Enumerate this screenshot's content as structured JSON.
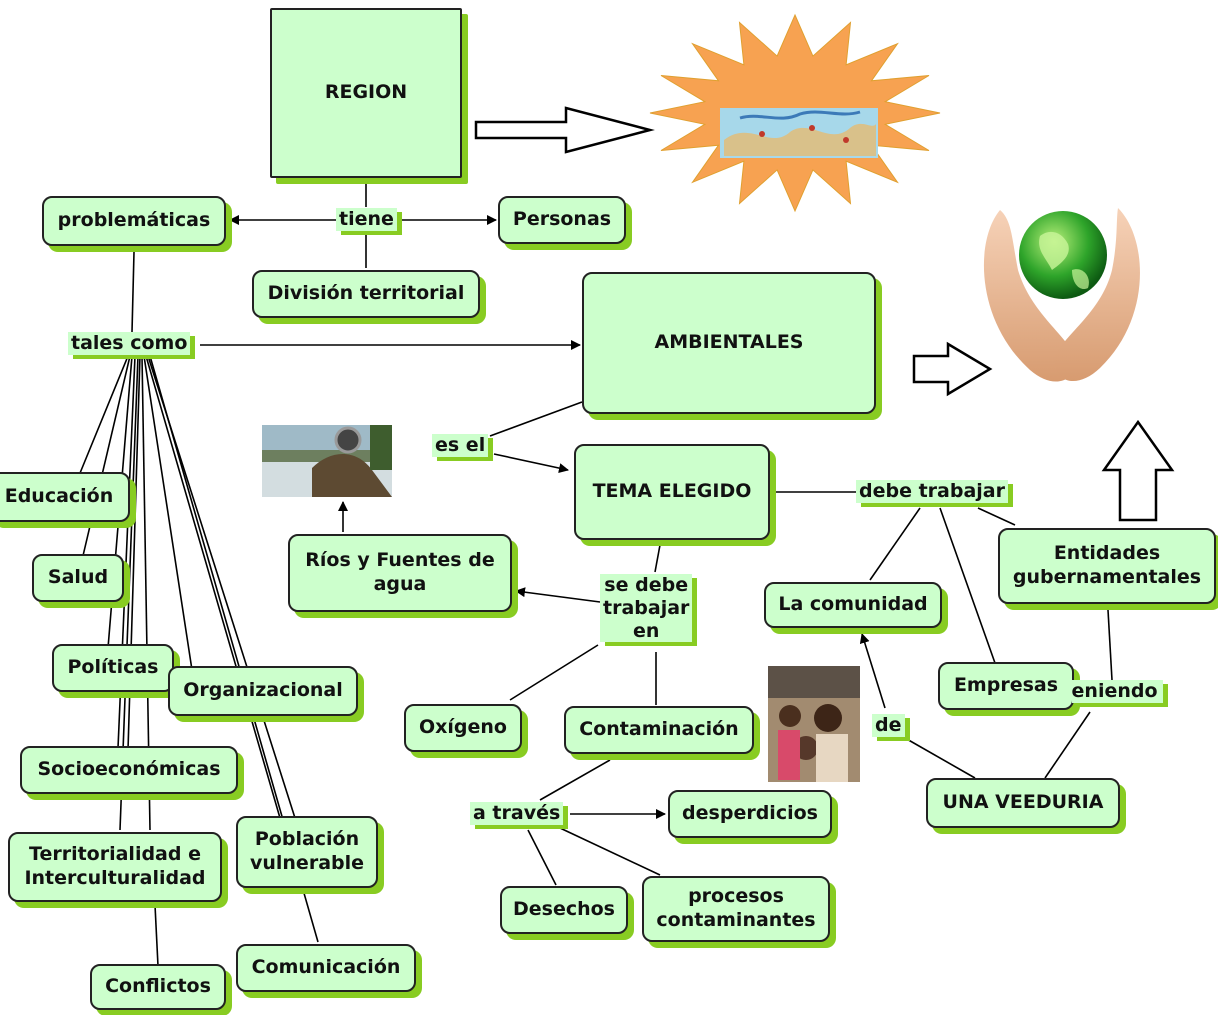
{
  "nodes": {
    "region": "REGION",
    "problematicas": "problemáticas",
    "personas": "Personas",
    "division": "División territorial",
    "ambientales": "AMBIENTALES",
    "tema": "TEMA ELEGIDO",
    "rios": "Ríos y Fuentes de\nagua",
    "educacion": "Educación",
    "salud": "Salud",
    "politicas": "Políticas",
    "organizacional": "Organizacional",
    "socioeconomicas": "Socioeconómicas",
    "territorialidad": "Territorialidad e\nInterculturalidad",
    "poblacion": "Población\nvulnerable",
    "conflictos": "Conflictos",
    "comunicacion": "Comunicación",
    "oxigeno": "Oxígeno",
    "contaminacion": "Contaminación",
    "desperdicios": "desperdicios",
    "desechos": "Desechos",
    "procesos": "procesos\ncontaminantes",
    "comunidad": "La comunidad",
    "entidades": "Entidades\ngubernamentales",
    "empresas": "Empresas",
    "veeduria": "UNA VEEDURIA"
  },
  "links": {
    "tiene": "tiene",
    "tales_como": "tales como",
    "es_el": "es el",
    "debe_trabajar": "debe trabajar",
    "se_debe": "se debe\ntrabajar\nen",
    "a_traves": "a través",
    "de": "de",
    "teniendo": "teniendo"
  },
  "colors": {
    "node_fill": "#ccffcc",
    "shadow": "#88cc22",
    "starburst": "#f7a251"
  }
}
